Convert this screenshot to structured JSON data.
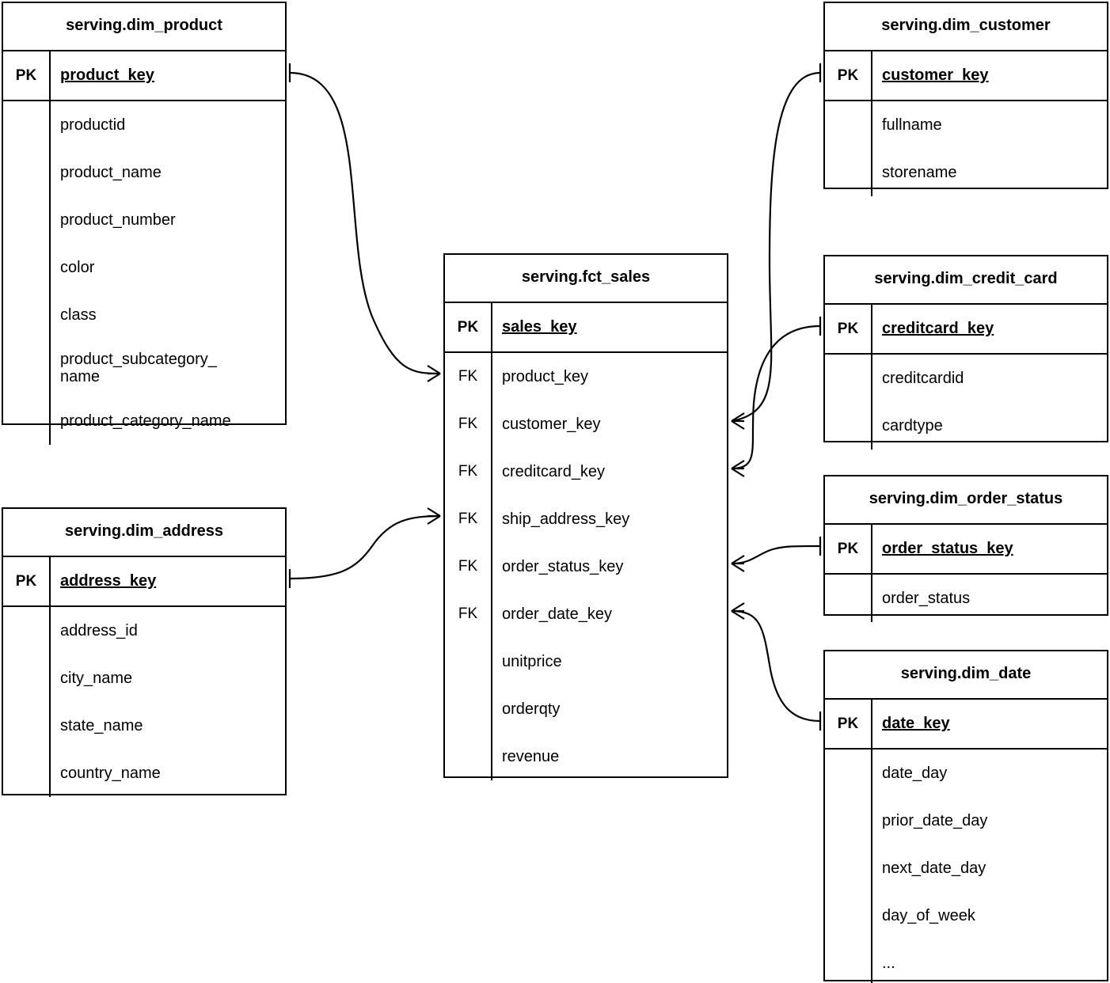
{
  "diagram": {
    "type": "entity-relationship-diagram",
    "notation": "crow's foot",
    "background_color": "#ffffff",
    "line_color": "#000000"
  },
  "entities": {
    "dim_product": {
      "title": "serving.dim_product",
      "pk": {
        "key_label": "PK",
        "name": "product_key"
      },
      "columns": [
        "productid",
        "product_name",
        "product_number",
        "color",
        "class",
        "product_subcategory_\nname",
        "product_category_name"
      ]
    },
    "dim_address": {
      "title": "serving.dim_address",
      "pk": {
        "key_label": "PK",
        "name": "address_key"
      },
      "columns": [
        "address_id",
        "city_name",
        "state_name",
        "country_name"
      ]
    },
    "fct_sales": {
      "title": "serving.fct_sales",
      "pk": {
        "key_label": "PK",
        "name": "sales_key"
      },
      "columns": [
        {
          "key_label": "FK",
          "name": "product_key"
        },
        {
          "key_label": "FK",
          "name": "customer_key"
        },
        {
          "key_label": "FK",
          "name": "creditcard_key"
        },
        {
          "key_label": "FK",
          "name": "ship_address_key"
        },
        {
          "key_label": "FK",
          "name": "order_status_key"
        },
        {
          "key_label": "FK",
          "name": "order_date_key"
        },
        {
          "key_label": "",
          "name": "unitprice"
        },
        {
          "key_label": "",
          "name": "orderqty"
        },
        {
          "key_label": "",
          "name": "revenue"
        }
      ]
    },
    "dim_customer": {
      "title": "serving.dim_customer",
      "pk": {
        "key_label": "PK",
        "name": "customer_key"
      },
      "columns": [
        "fullname",
        "storename"
      ]
    },
    "dim_credit_card": {
      "title": "serving.dim_credit_card",
      "pk": {
        "key_label": "PK",
        "name": "creditcard_key"
      },
      "columns": [
        "creditcardid",
        "cardtype"
      ]
    },
    "dim_order_status": {
      "title": "serving.dim_order_status",
      "pk": {
        "key_label": "PK",
        "name": "order_status_key"
      },
      "columns": [
        "order_status"
      ]
    },
    "dim_date": {
      "title": "serving.dim_date",
      "pk": {
        "key_label": "PK",
        "name": "date_key"
      },
      "columns": [
        "date_day",
        "prior_date_day",
        "next_date_day",
        "day_of_week",
        "..."
      ]
    }
  },
  "relationships": [
    {
      "name": "product-to-sales",
      "from": "dim_product.product_key",
      "to": "fct_sales.product_key",
      "from_cardinality": "one",
      "to_cardinality": "many"
    },
    {
      "name": "address-to-sales",
      "from": "dim_address.address_key",
      "to": "fct_sales.ship_address_key",
      "from_cardinality": "one",
      "to_cardinality": "many"
    },
    {
      "name": "customer-to-sales",
      "from": "dim_customer.customer_key",
      "to": "fct_sales.customer_key",
      "from_cardinality": "one",
      "to_cardinality": "many"
    },
    {
      "name": "creditcard-to-sales",
      "from": "dim_credit_card.creditcard_key",
      "to": "fct_sales.creditcard_key",
      "from_cardinality": "one",
      "to_cardinality": "many"
    },
    {
      "name": "orderstatus-to-sales",
      "from": "dim_order_status.order_status_key",
      "to": "fct_sales.order_status_key",
      "from_cardinality": "one",
      "to_cardinality": "many"
    },
    {
      "name": "date-to-sales",
      "from": "dim_date.date_key",
      "to": "fct_sales.order_date_key",
      "from_cardinality": "one",
      "to_cardinality": "many"
    }
  ]
}
